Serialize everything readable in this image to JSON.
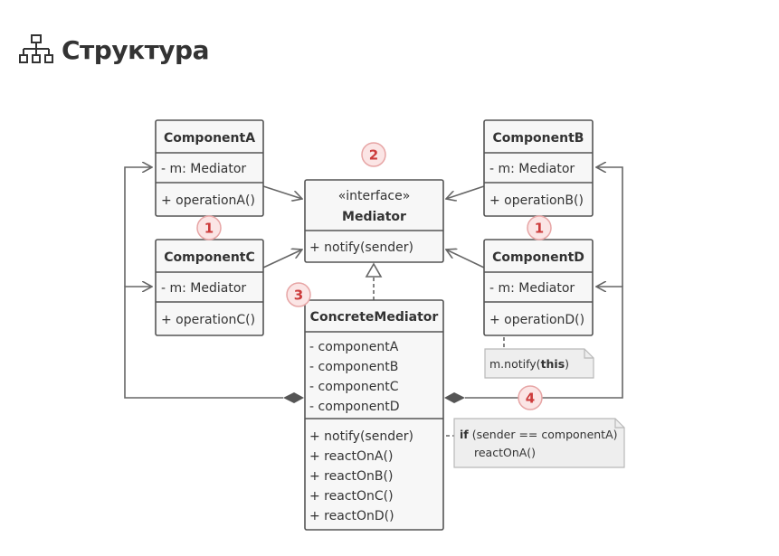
{
  "header": {
    "title": "Структура",
    "icon": "sitemap-icon"
  },
  "classes": {
    "componentA": {
      "name": "ComponentA",
      "field": "- m: Mediator",
      "method": "+ operationA()"
    },
    "componentB": {
      "name": "ComponentB",
      "field": "- m: Mediator",
      "method": "+ operationB()"
    },
    "componentC": {
      "name": "ComponentC",
      "field": "- m: Mediator",
      "method": "+ operationC()"
    },
    "componentD": {
      "name": "ComponentD",
      "field": "- m: Mediator",
      "method": "+ operationD()"
    },
    "mediator": {
      "stereotype": "«interface»",
      "name": "Mediator",
      "method": "+ notify(sender)"
    },
    "concrete": {
      "name": "ConcreteMediator",
      "fields": [
        "- componentA",
        "- componentB",
        "- componentC",
        "- componentD"
      ],
      "methods": [
        "+ notify(sender)",
        "+ reactOnA()",
        "+ reactOnB()",
        "+ reactOnC()",
        "+ reactOnD()"
      ]
    }
  },
  "notes": {
    "notify": {
      "prefix": "m.notify(",
      "keyword": "this",
      "suffix": ")"
    },
    "react": {
      "keyword": "if",
      "condition": " (sender == componentA)",
      "line2": "reactOnA()"
    }
  },
  "badges": {
    "b1a": "1",
    "b1b": "1",
    "b2": "2",
    "b3": "3",
    "b4": "4"
  },
  "colors": {
    "badge_fill": "#fbe5e5",
    "badge_text": "#cc3b3b",
    "box_fill": "#f7f7f7",
    "note_fill": "#eeeeee"
  }
}
